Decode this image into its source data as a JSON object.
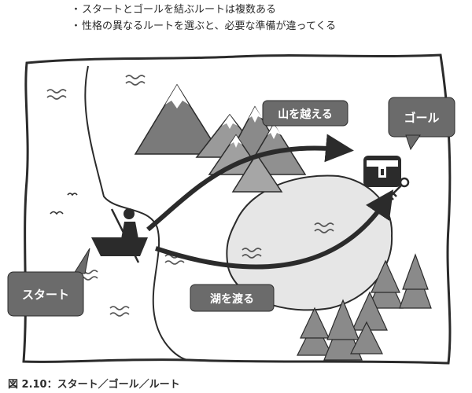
{
  "bullets": [
    "スタートとゴールを結ぶルートは複数ある",
    "性格の異なるルートを選ぶと、必要な準備が違ってくる"
  ],
  "labels": {
    "mountain_route": "山を越える",
    "goal": "ゴール",
    "start": "スタート",
    "lake_route": "湖を渡る"
  },
  "caption": "図 2.10：スタート／ゴール／ルート",
  "icons": [
    "mountain-icon",
    "boat-rower-icon",
    "treasure-chest-icon",
    "key-icon",
    "pine-tree-icon",
    "bird-icon",
    "water-wave-icon",
    "arrow-icon"
  ],
  "colors": {
    "label_fill": "#6b6b6b",
    "label_text": "#ffffff",
    "lake_fill": "#e6e6e6",
    "mountain_dark": "#7a7a7a",
    "mountain_mid": "#9a9a9a",
    "tree": "#8a8a8a",
    "ink": "#2b2b2b"
  }
}
